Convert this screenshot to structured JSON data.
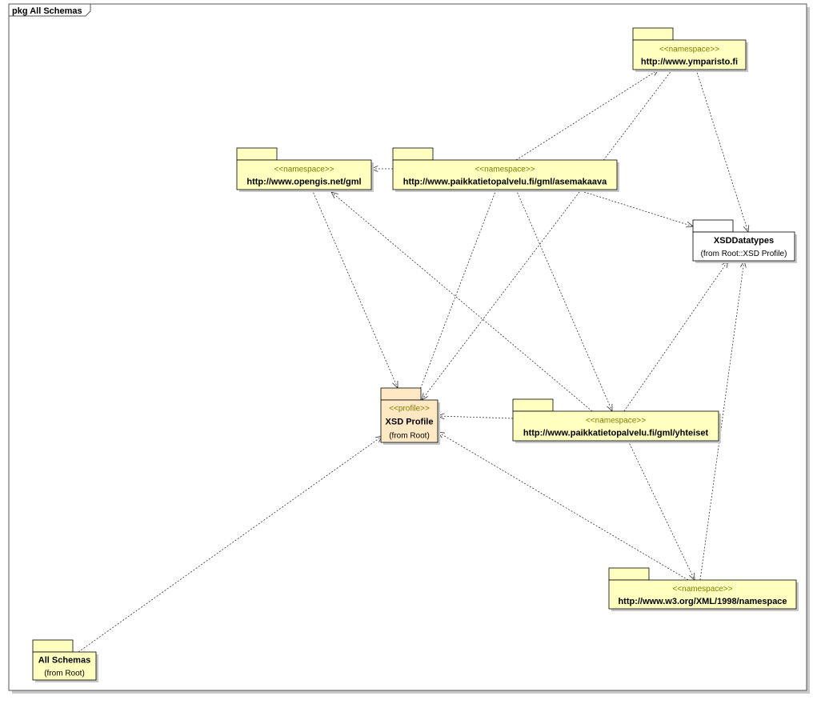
{
  "frame": {
    "title": "pkg All Schemas"
  },
  "colors": {
    "package_fill": "#FFFFC0",
    "profile_fill": "#FFE9C4",
    "datatype_fill": "#FFFFFF",
    "stereotype_text": "#808000",
    "border": "#000000"
  },
  "packages": [
    {
      "id": "ymparisto",
      "stereotype": "<<namespace>>",
      "name": "http://www.ymparisto.fi",
      "from": ""
    },
    {
      "id": "opengis",
      "stereotype": "<<namespace>>",
      "name": "http://www.opengis.net/gml",
      "from": ""
    },
    {
      "id": "asemakaava",
      "stereotype": "<<namespace>>",
      "name": "http://www.paikkatietopalvelu.fi/gml/asemakaava",
      "from": ""
    },
    {
      "id": "xsddatatypes",
      "stereotype": "",
      "name": "XSDDatatypes",
      "from": "(from Root::XSD Profile)"
    },
    {
      "id": "xsdprofile",
      "stereotype": "<<profile>>",
      "name": "XSD Profile",
      "from": "(from Root)"
    },
    {
      "id": "yhteiset",
      "stereotype": "<<namespace>>",
      "name": "http://www.paikkatietopalvelu.fi/gml/yhteiset",
      "from": ""
    },
    {
      "id": "w3",
      "stereotype": "<<namespace>>",
      "name": "http://www.w3.org/XML/1998/namespace",
      "from": ""
    },
    {
      "id": "allschemas",
      "stereotype": "",
      "name": "All Schemas",
      "from": "(from Root)"
    }
  ],
  "dependencies": [
    {
      "from": "asemakaava",
      "to": "ymparisto"
    },
    {
      "from": "asemakaava",
      "to": "opengis"
    },
    {
      "from": "asemakaava",
      "to": "xsddatatypes"
    },
    {
      "from": "asemakaava",
      "to": "xsdprofile"
    },
    {
      "from": "asemakaava",
      "to": "yhteiset"
    },
    {
      "from": "ymparisto",
      "to": "xsdprofile"
    },
    {
      "from": "ymparisto",
      "to": "xsddatatypes"
    },
    {
      "from": "opengis",
      "to": "xsdprofile"
    },
    {
      "from": "yhteiset",
      "to": "opengis"
    },
    {
      "from": "yhteiset",
      "to": "xsdprofile"
    },
    {
      "from": "yhteiset",
      "to": "xsddatatypes"
    },
    {
      "from": "yhteiset",
      "to": "w3"
    },
    {
      "from": "w3",
      "to": "xsdprofile"
    },
    {
      "from": "w3",
      "to": "xsddatatypes"
    },
    {
      "from": "allschemas",
      "to": "xsdprofile"
    }
  ]
}
